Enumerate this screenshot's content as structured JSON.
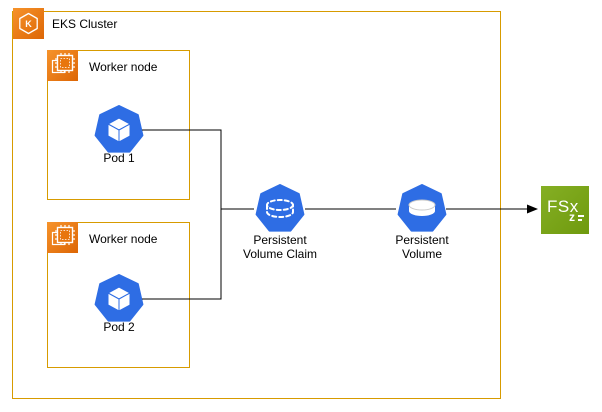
{
  "diagram": {
    "cluster": {
      "label": "EKS Cluster",
      "icon_letter": "K"
    },
    "worker_nodes": [
      {
        "label": "Worker node"
      },
      {
        "label": "Worker node"
      }
    ],
    "pods": [
      {
        "label": "Pod 1"
      },
      {
        "label": "Pod 2"
      }
    ],
    "pvc": {
      "line1": "Persistent",
      "line2": "Volume Claim"
    },
    "pv": {
      "line1": "Persistent",
      "line2": "Volume"
    },
    "fsx": {
      "label": "FSx",
      "sub": "z"
    },
    "icons": {
      "cluster": "eks-cluster-icon",
      "worker": "compute-chip-icon",
      "pod": "kubernetes-pod-icon",
      "pvc": "persistent-volume-claim-icon",
      "pv": "persistent-volume-icon",
      "fsx": "fsx-openzfs-icon"
    },
    "colors": {
      "group_border": "#D79B00",
      "aws_orange_light": "#F6932B",
      "aws_orange_dark": "#DD6605",
      "k8s_blue": "#2E6DE4",
      "fsx_green_light": "#85AF24",
      "fsx_green_dark": "#6F9A0E",
      "connector": "#000000",
      "text": "#000000"
    }
  }
}
